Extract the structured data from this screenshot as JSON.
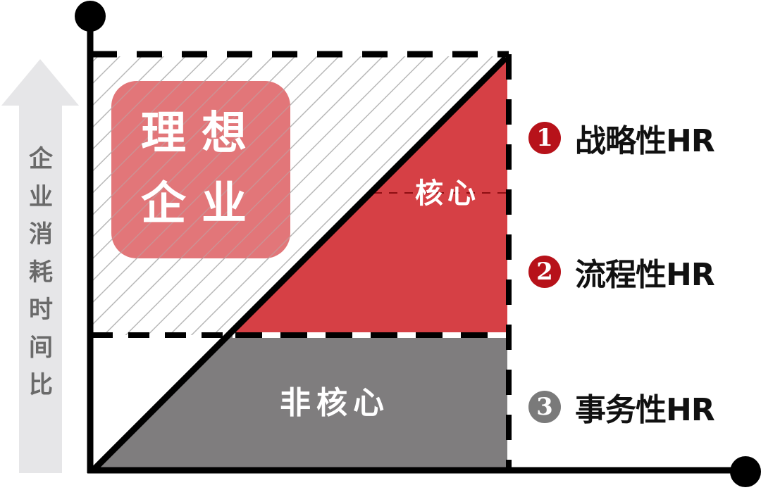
{
  "diagram": {
    "y_axis_label": [
      "企",
      "业",
      "消",
      "耗",
      "时",
      "间",
      "比"
    ],
    "ideal_box": {
      "line1": "理想",
      "line2": "企业"
    },
    "regions": {
      "core": "核心",
      "non_core": "非核心"
    },
    "legend": [
      {
        "number": "1",
        "text": "战略性HR",
        "color": "#b7121a"
      },
      {
        "number": "2",
        "text": "流程性HR",
        "color": "#b7121a"
      },
      {
        "number": "3",
        "text": "事务性HR",
        "color": "#7a7a7a"
      }
    ],
    "colors": {
      "core_red": "#d64045",
      "ideal_box": "#e06a6e",
      "non_core_gray": "#7f7d7e",
      "arrow_gray": "#e6e6e8",
      "axis": "#000000",
      "hatch": "#b8b8b8"
    }
  }
}
